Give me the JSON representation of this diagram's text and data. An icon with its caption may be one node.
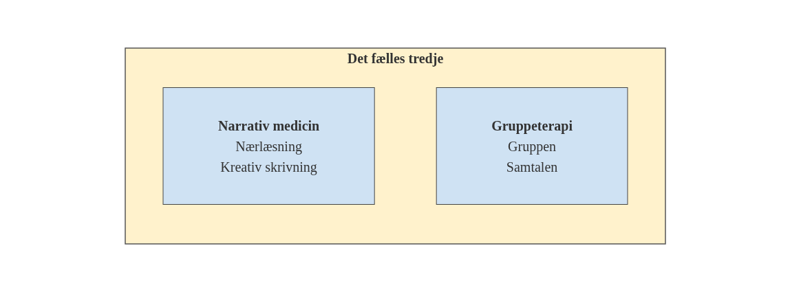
{
  "diagram": {
    "nodes": [
      {
        "text": [
          "Det fælles tredje"
        ]
      },
      {
        "text": [
          "Narrativ medicin",
          "Nærlæsning",
          "Kreativ skrivning"
        ],
        "in": 0
      },
      {
        "text": [
          "Gruppeterapi",
          "Gruppen",
          "Samtalen"
        ],
        "in": 0
      }
    ],
    "edges": []
  }
}
